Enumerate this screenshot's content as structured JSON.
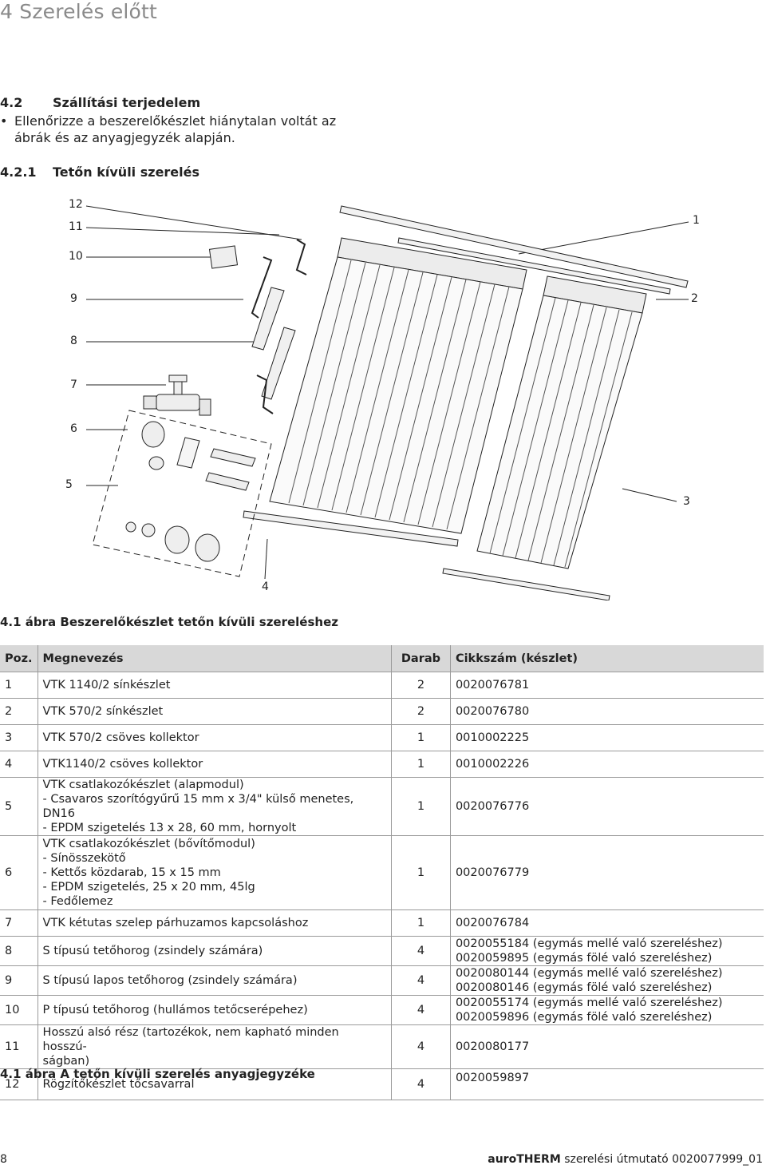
{
  "chapter_title": "4 Szerelés előtt",
  "section": {
    "number": "4.2",
    "title": "Szállítási terjedelem"
  },
  "bullet": "Ellenőrizze a beszerelőkészlet hiánytalan voltát az ábrák és az anyagjegyzék alapján.",
  "subsection": {
    "number": "4.2.1",
    "title": "Tetőn kívüli szerelés"
  },
  "figure": {
    "callouts": [
      "12",
      "11",
      "10",
      "9",
      "8",
      "7",
      "6",
      "5",
      "4",
      "1",
      "2",
      "3"
    ],
    "caption": "4.1 ábra Beszerelőkészlet tetőn kívüli szereléshez"
  },
  "table": {
    "headers": {
      "pos": "Poz.",
      "name": "Megnevezés",
      "qty": "Darab",
      "code": "Cikkszám (készlet)"
    },
    "rows": [
      {
        "pos": "1",
        "name": [
          "VTK 1140/2 sínkészlet"
        ],
        "qty": "2",
        "code": [
          "0020076781"
        ]
      },
      {
        "pos": "2",
        "name": [
          "VTK 570/2 sínkészlet"
        ],
        "qty": "2",
        "code": [
          "0020076780"
        ]
      },
      {
        "pos": "3",
        "name": [
          "VTK 570/2 csöves kollektor"
        ],
        "qty": "1",
        "code": [
          "0010002225"
        ]
      },
      {
        "pos": "4",
        "name": [
          "VTK1140/2 csöves kollektor"
        ],
        "qty": "1",
        "code": [
          "0010002226"
        ]
      },
      {
        "pos": "5",
        "name": [
          "VTK csatlakozókészlet (alapmodul)",
          "- Csavaros szorítógyűrű 15 mm x 3/4\" külső menetes, DN16",
          "- EPDM szigetelés 13 x 28, 60 mm, hornyolt"
        ],
        "qty": "1",
        "code": [
          "0020076776"
        ]
      },
      {
        "pos": "6",
        "name": [
          "VTK csatlakozókészlet (bővítőmodul)",
          "- Sínösszekötő",
          "- Kettős közdarab, 15 x 15 mm",
          "- EPDM szigetelés, 25 x 20 mm, 45lg",
          "- Fedőlemez"
        ],
        "qty": "1",
        "code": [
          "0020076779"
        ]
      },
      {
        "pos": "7",
        "name": [
          "VTK kétutas szelep párhuzamos kapcsoláshoz"
        ],
        "qty": "1",
        "code": [
          "0020076784"
        ]
      },
      {
        "pos": "8",
        "name": [
          "S típusú tetőhorog (zsindely számára)"
        ],
        "qty": "4",
        "code": [
          "0020055184 (egymás mellé való szereléshez)",
          "0020059895 (egymás fölé való szereléshez)"
        ]
      },
      {
        "pos": "9",
        "name": [
          "S típusú lapos tetőhorog (zsindely számára)"
        ],
        "qty": "4",
        "code": [
          "0020080144 (egymás mellé való szereléshez)",
          "0020080146 (egymás fölé való szereléshez)"
        ]
      },
      {
        "pos": "10",
        "name": [
          "P típusú tetőhorog (hullámos tetőcserépehez)"
        ],
        "qty": "4",
        "code": [
          "0020055174 (egymás mellé való szereléshez)",
          "0020059896 (egymás fölé való szereléshez)"
        ]
      },
      {
        "pos": "11",
        "name": [
          "Hosszú alsó rész (tartozékok, nem kapható minden hosszú-",
          "ságban)"
        ],
        "qty": "4",
        "code": [
          "0020080177"
        ]
      },
      {
        "pos": "12",
        "name": [
          "Rögzítőkészlet tőcsavarral"
        ],
        "qty": "4",
        "code": [
          "0020059897"
        ]
      }
    ],
    "caption": "4.1 ábra A tetőn kívüli szerelés anyagjegyzéke"
  },
  "footer": {
    "page": "8",
    "brand": "auroTHERM",
    "doc": "szerelési útmutató 0020077999_01"
  }
}
